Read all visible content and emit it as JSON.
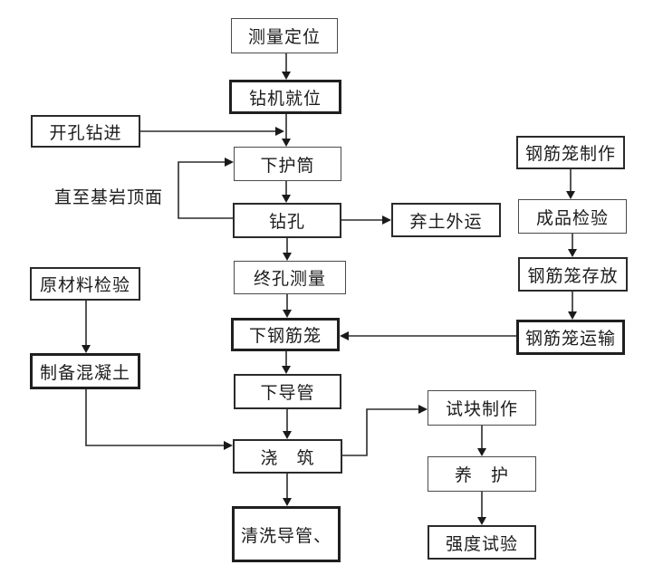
{
  "diagram": {
    "type": "flowchart",
    "background_color": "#ffffff",
    "line_color": "#2b2b2b",
    "text_color": "#1c1c1c",
    "annotation": "直至基岩顶面",
    "nodes": {
      "survey_positioning": {
        "label": "测量定位"
      },
      "rig_in_place": {
        "label": "钻机就位"
      },
      "open_hole_drilling": {
        "label": "开孔钻进"
      },
      "lower_casing": {
        "label": "下护筒"
      },
      "drilling": {
        "label": "钻孔"
      },
      "spoil_removal": {
        "label": "弃土外运"
      },
      "final_hole_survey": {
        "label": "终孔测量"
      },
      "lower_rebar_cage": {
        "label": "下钢筋笼"
      },
      "lower_tremie": {
        "label": "下导管"
      },
      "pouring": {
        "label": "浇　筑"
      },
      "clean_tremie": {
        "label": "清洗导管、"
      },
      "raw_material_inspection": {
        "label": "原材料检验"
      },
      "prepare_concrete": {
        "label": "制备混凝土"
      },
      "cage_fabrication": {
        "label": "钢筋笼制作"
      },
      "product_inspection": {
        "label": "成品检验"
      },
      "cage_storage": {
        "label": "钢筋笼存放"
      },
      "cage_transport": {
        "label": "钢筋笼运输"
      },
      "test_block_making": {
        "label": "试块制作"
      },
      "curing": {
        "label": "养　护"
      },
      "strength_test": {
        "label": "强度试验"
      }
    },
    "edges": [
      {
        "from": "测量定位",
        "to": "钻机就位"
      },
      {
        "from": "钻机就位",
        "to": "下护筒"
      },
      {
        "from": "开孔钻进",
        "to": "下护筒"
      },
      {
        "from": "下护筒",
        "to": "钻孔"
      },
      {
        "from": "钻孔",
        "to": "下护筒"
      },
      {
        "from": "钻孔",
        "to": "弃土外运"
      },
      {
        "from": "钻孔",
        "to": "终孔测量"
      },
      {
        "from": "终孔测量",
        "to": "下钢筋笼"
      },
      {
        "from": "下钢筋笼",
        "to": "下导管"
      },
      {
        "from": "下导管",
        "to": "浇筑"
      },
      {
        "from": "浇筑",
        "to": "清洗导管、"
      },
      {
        "from": "原材料检验",
        "to": "制备混凝土"
      },
      {
        "from": "制备混凝土",
        "to": "浇筑"
      },
      {
        "from": "浇筑",
        "to": "试块制作"
      },
      {
        "from": "钢筋笼制作",
        "to": "成品检验"
      },
      {
        "from": "成品检验",
        "to": "钢筋笼存放"
      },
      {
        "from": "钢筋笼存放",
        "to": "钢筋笼运输"
      },
      {
        "from": "钢筋笼运输",
        "to": "下钢筋笼"
      },
      {
        "from": "试块制作",
        "to": "养护"
      },
      {
        "from": "养护",
        "to": "强度试验"
      }
    ]
  }
}
